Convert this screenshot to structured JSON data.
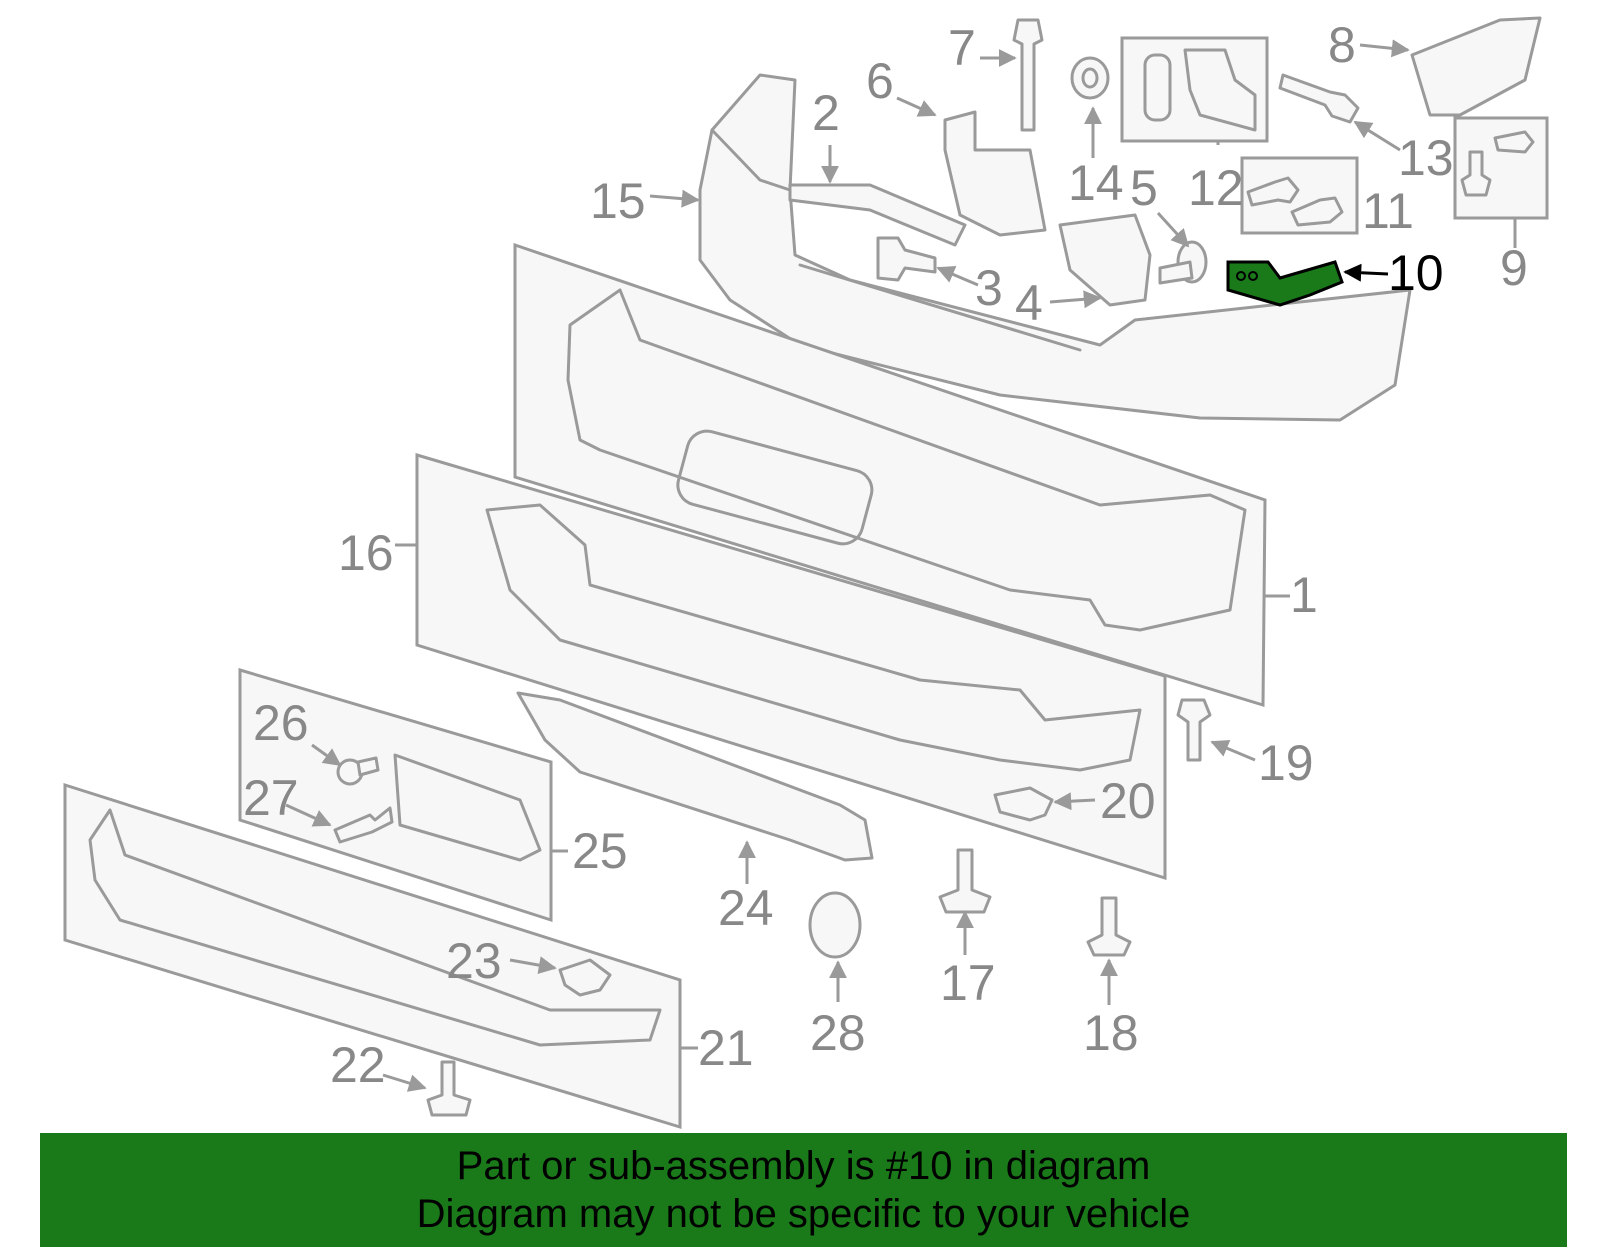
{
  "diagram": {
    "highlighted_part": "10",
    "highlight_color": "#1a7a1a",
    "callouts": [
      "1",
      "2",
      "3",
      "4",
      "5",
      "6",
      "7",
      "8",
      "9",
      "10",
      "11",
      "12",
      "13",
      "14",
      "15",
      "16",
      "17",
      "18",
      "19",
      "20",
      "21",
      "22",
      "23",
      "24",
      "25",
      "26",
      "27",
      "28"
    ]
  },
  "banner": {
    "line1": "Part or sub-assembly is #10 in diagram",
    "line2": "Diagram may not be specific to your vehicle",
    "background": "#1a7a1a"
  }
}
